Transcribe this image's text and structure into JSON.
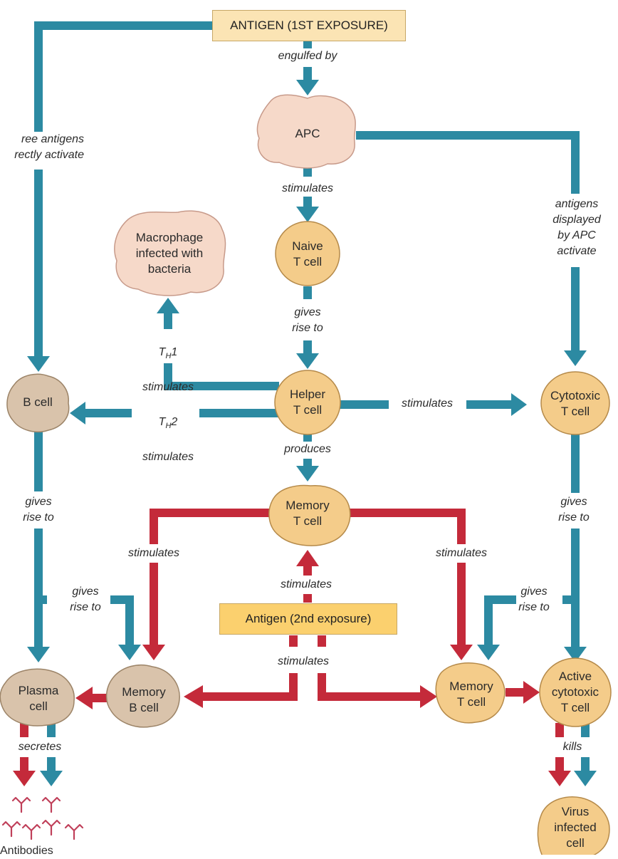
{
  "colors": {
    "teal": "#2c8aa2",
    "red": "#c42a3a",
    "antigen_box_1": "#fbe4b4",
    "antigen_box_2": "#fbd06e",
    "cell_orange": "#f4cc8a",
    "cell_grey": "#d9c3ab",
    "cell_pink": "#f6d9c9",
    "antibody": "#c0405a"
  },
  "antigen_first": "ANTIGEN (1ST EXPOSURE)",
  "antigen_second": "Antigen (2nd exposure)",
  "cells": {
    "apc": "APC",
    "naive_t": "Naive\nT cell",
    "macrophage": "Macrophage\ninfected with\nbacteria",
    "b_cell": "B cell",
    "helper_t": "Helper\nT cell",
    "cytotoxic_t": "Cytotoxic\nT cell",
    "memory_t_top": "Memory\nT cell",
    "plasma": "Plasma\ncell",
    "memory_b": "Memory\nB cell",
    "memory_t_right": "Memory\nT cell",
    "active_cytotoxic": "Active\ncytotoxic\nT cell",
    "virus_infected": "Virus\ninfected\ncell"
  },
  "labels": {
    "engulfed_by": "engulfed by",
    "free_antigens": "ree antigens\nrectly activate",
    "stimulates_apc": "stimulates",
    "antigens_displayed": "antigens\ndisplayed\nby APC\nactivate",
    "gives_rise_helper": "gives\nrise to",
    "th1_main": "T",
    "th1_sub": "H",
    "th1_num": "1",
    "th1_stim": "stimulates",
    "th2_main": "T",
    "th2_sub": "H",
    "th2_num": "2",
    "th2_stim": "stimulates",
    "stimulates_cytotoxic": "stimulates",
    "produces": "produces",
    "gives_rise_b": "gives\nrise to",
    "gives_rise_cyto": "gives\nrise to",
    "stimulates_left": "stimulates",
    "stimulates_right": "stimulates",
    "stimulates_up": "stimulates",
    "gives_rise_memb": "gives\nrise to",
    "gives_rise_memt": "gives\nrise to",
    "stimulates_down": "stimulates",
    "secretes": "secretes",
    "kills": "kills",
    "antibodies": "Antibodies"
  }
}
